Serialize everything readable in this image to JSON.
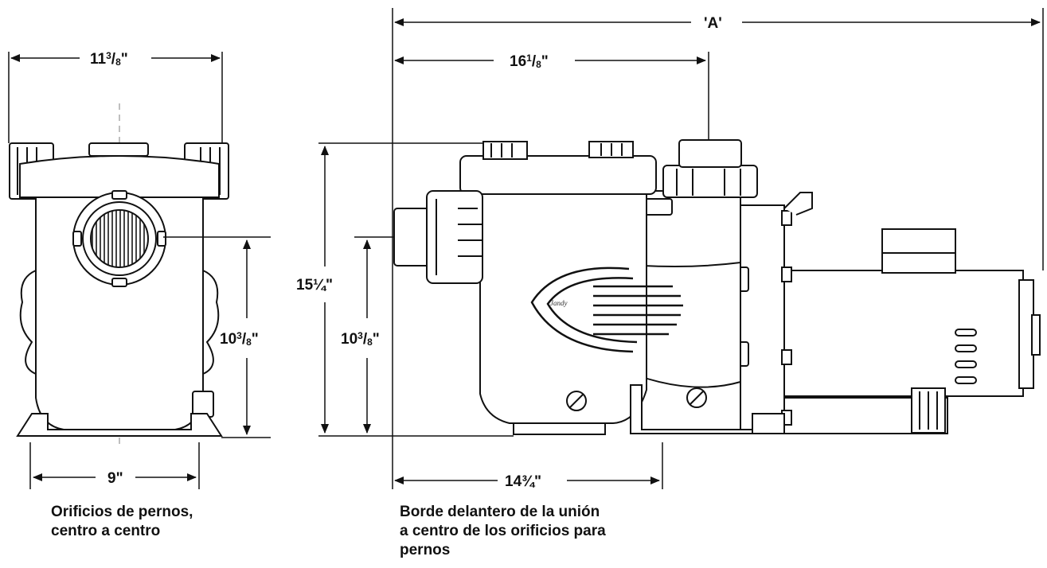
{
  "dimensions": {
    "front_width": {
      "whole": "11",
      "num": "3",
      "den": "8",
      "unit": "\""
    },
    "front_height": {
      "whole": "10",
      "num": "3",
      "den": "8",
      "unit": "\""
    },
    "bolt_spacing": {
      "label": "9\""
    },
    "overall_length": {
      "label": "'A'"
    },
    "inlet_to_outlet": {
      "whole": "16",
      "num": "1",
      "den": "8",
      "unit": "\""
    },
    "total_height": {
      "label": "15¼\""
    },
    "inlet_height": {
      "whole": "10",
      "num": "3",
      "den": "8",
      "unit": "\""
    },
    "union_to_bolt": {
      "label": "14¾\""
    }
  },
  "captions": {
    "front": [
      "Orificios de pernos,",
      "centro a centro"
    ],
    "side": [
      "Borde delantero de la unión",
      "a centro de los orificios para",
      "pernos"
    ]
  },
  "logo_text": "Jandy",
  "colors": {
    "line": "#111111",
    "fill": "#ffffff",
    "shade": "#d8d8d8",
    "dashed": "#aaaaaa"
  }
}
